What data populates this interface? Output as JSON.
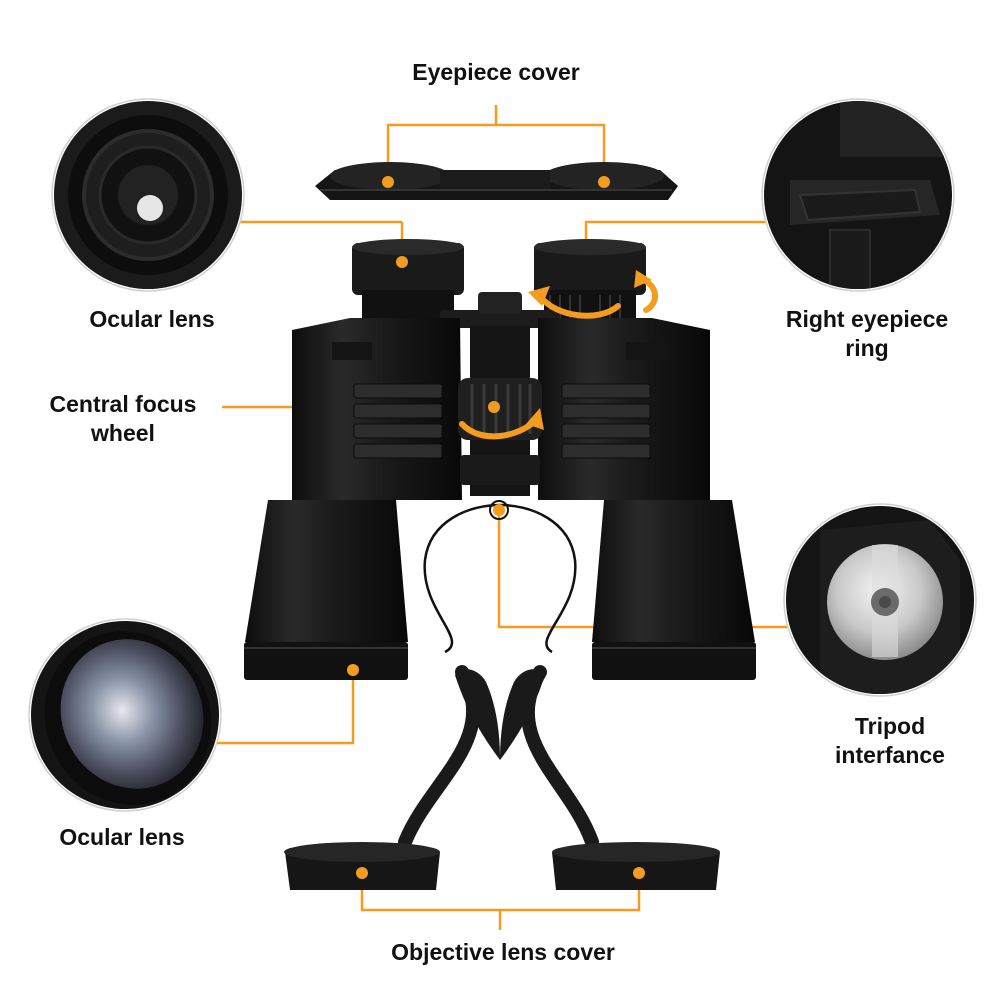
{
  "labels": {
    "eyepiece_cover": "Eyepiece cover",
    "ocular_lens_top": "Ocular lens",
    "right_eyepiece_ring_line1": "Right eyepiece",
    "right_eyepiece_ring_line2": "ring",
    "central_focus_line1": "Central focus",
    "central_focus_line2": "wheel",
    "tripod_line1": "Tripod",
    "tripod_line2": "interfance",
    "ocular_lens_bottom": "Ocular lens",
    "objective_lens_cover": "Objective lens cover"
  },
  "colors": {
    "accent": "#F39C1F",
    "body": "#1a1a1a",
    "body_dark": "#0c0c0c",
    "highlight": "#3a3a3a",
    "background": "#ffffff"
  }
}
